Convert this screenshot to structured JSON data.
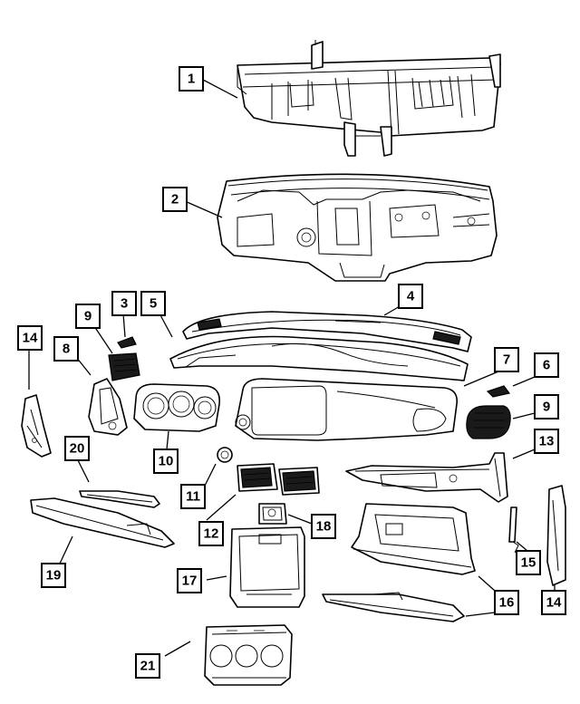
{
  "callouts": [
    {
      "label": "1"
    },
    {
      "label": "2"
    },
    {
      "label": "3"
    },
    {
      "label": "4"
    },
    {
      "label": "5"
    },
    {
      "label": "6"
    },
    {
      "label": "7"
    },
    {
      "label": "8"
    },
    {
      "label": "9"
    },
    {
      "label": "9"
    },
    {
      "label": "10"
    },
    {
      "label": "11"
    },
    {
      "label": "12"
    },
    {
      "label": "13"
    },
    {
      "label": "14"
    },
    {
      "label": "14"
    },
    {
      "label": "15"
    },
    {
      "label": "16"
    },
    {
      "label": "17"
    },
    {
      "label": "18"
    },
    {
      "label": "19"
    },
    {
      "label": "20"
    },
    {
      "label": "21"
    }
  ]
}
